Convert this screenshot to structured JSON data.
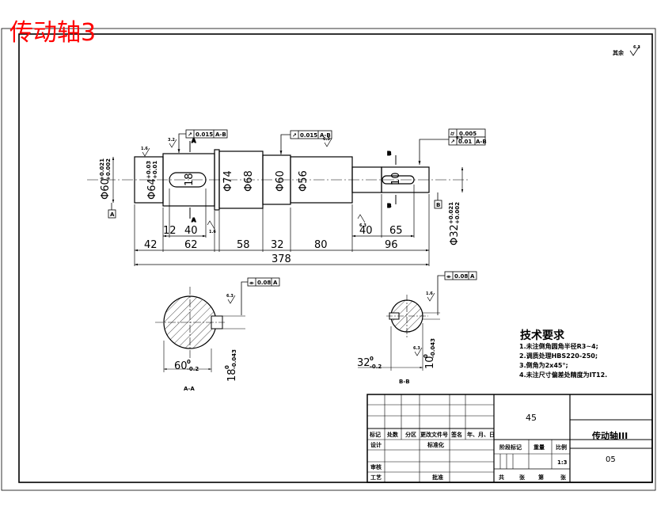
{
  "overlay_title": "传动轴3",
  "roughness_note": {
    "text": "其余",
    "value": "6.3"
  },
  "datums": {
    "A": "A",
    "B": "B"
  },
  "section_letters": {
    "b_top": "B",
    "b_bottom": "B",
    "a_top": "A",
    "a_bottom": "A"
  },
  "tolerance_frames": [
    {
      "symbol": "↗",
      "value": "0.015",
      "datum": "A-B"
    },
    {
      "symbol": "↗",
      "value": "0.015",
      "datum": "A-B"
    },
    {
      "symbol": "⌭",
      "value": "0.005",
      "datum": ""
    },
    {
      "symbol": "↗",
      "value": "0.01",
      "datum": "A-B"
    },
    {
      "symbol": "⌯",
      "value": "0.08",
      "datum": "A"
    },
    {
      "symbol": "⌯",
      "value": "0.08",
      "datum": "A"
    }
  ],
  "roughness_values": [
    "1.6",
    "3.2",
    "6.3",
    "1.6",
    "6.3",
    "6.3",
    "1.6",
    "6.3",
    "6.3"
  ],
  "diameters": {
    "d60": "Φ60",
    "d60_tol_upper": "+0.021",
    "d60_tol_lower": "+0.002",
    "d64": "Φ64",
    "d64_tol_upper": "+0.03",
    "d64_tol_lower": "+0.01",
    "d74": "Φ74",
    "d68": "Φ68",
    "d60b": "Φ60",
    "d56": "Φ56",
    "d32": "Φ32",
    "d32_tol_upper": "+0.021",
    "d32_tol_lower": "+0.002"
  },
  "keyways": {
    "left_width": "18",
    "right_width": "10"
  },
  "lengths": {
    "l42": "42",
    "l62": "62",
    "l12": "12",
    "l40": "40",
    "l58": "58",
    "l32": "32",
    "l80": "80",
    "l40b": "40",
    "l65": "65",
    "l96": "96",
    "total": "378"
  },
  "section_aa": {
    "width": "60",
    "width_tol_upper": "0",
    "width_tol_lower": "-0.2",
    "key": "18",
    "key_tol_upper": "0",
    "key_tol_lower": "-0.043",
    "label": "A-A"
  },
  "section_bb": {
    "width": "32",
    "width_tol_upper": "0",
    "width_tol_lower": "-0.2",
    "key": "10",
    "key_tol_upper": "0",
    "key_tol_lower": "-0.043",
    "label": "B-B"
  },
  "tech_requirements": {
    "title": "技术要求",
    "items": [
      "1.未注倒角圆角半径R3~4;",
      "2.调质处理HBS220-250;",
      "3.倒角为2x45°;",
      "4.未注尺寸偏差处精度为IT12."
    ]
  },
  "title_block": {
    "material": "45",
    "part_name": "传动轴III",
    "drawing_no": "05",
    "headers": [
      "标记",
      "处数",
      "分区",
      "更改文件号",
      "签名",
      "年、月、日"
    ],
    "design": "设计",
    "standardization": "标准化",
    "review": "审核",
    "process": "工艺",
    "approve": "批准",
    "stage_mark": "阶段标记",
    "weight": "重量",
    "scale": "比例",
    "scale_value": "1:3",
    "sheets_total": "共",
    "sheet_word": "张",
    "sheet_no": "第",
    "sheet_word2": "张"
  }
}
